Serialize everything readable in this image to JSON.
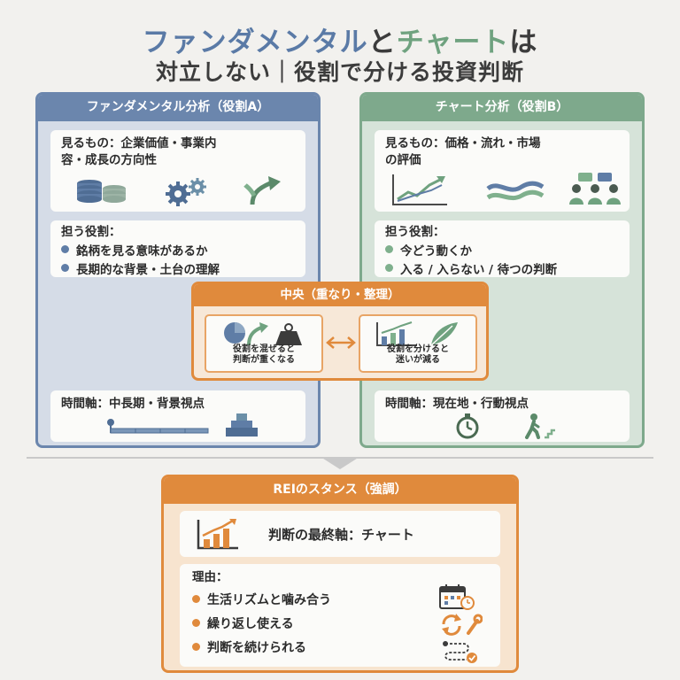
{
  "title": {
    "line1_part1": "ファンダメンタル",
    "line1_part2": "と",
    "line1_part3": "チャート",
    "line1_part4": "は",
    "line2": "対立しない｜役割で分ける投資判断"
  },
  "colors": {
    "fundamental": "#6b86ad",
    "chart": "#7ea98c",
    "accent": "#e08a3c"
  },
  "column_a": {
    "header": "ファンダメンタル分析（役割A）",
    "see_line1": "見るもの：企業価値・事業内",
    "see_line2": "容・成長の方向性",
    "role_label": "担う役割：",
    "roles": [
      "銘柄を見る意味があるか",
      "長期的な背景・土台の理解"
    ],
    "time_axis": "時間軸：中長期・背景視点"
  },
  "column_b": {
    "header": "チャート分析（役割B）",
    "see_line1": "見るもの：価格・流れ・市場",
    "see_line2": "の評価",
    "role_label": "担う役割：",
    "roles": [
      "今どう動くか",
      "入る / 入らない / 待つの判断"
    ],
    "time_axis": "時間軸：現在地・行動視点"
  },
  "center": {
    "header": "中央（重なり・整理）",
    "left_line1": "役割を混ぜると",
    "left_line2": "判断が重くなる",
    "right_line1": "役割を分けると",
    "right_line2": "迷いが減る"
  },
  "rei": {
    "header": "REIのスタンス（強調）",
    "final_axis": "判断の最終軸：チャート",
    "reason_label": "理由：",
    "reasons": [
      "生活リズムと噛み合う",
      "繰り返し使える",
      "判断を続けられる"
    ]
  }
}
